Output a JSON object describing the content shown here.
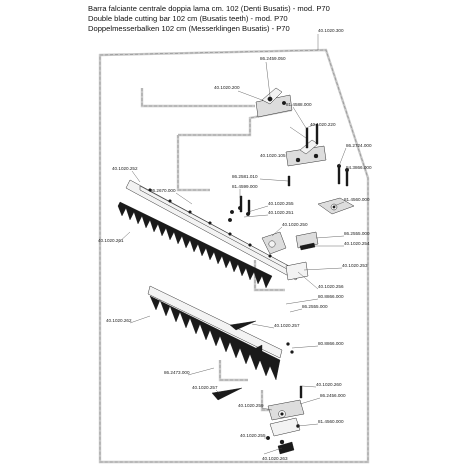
{
  "header": {
    "title_it": "Barra falciante centrale doppia lama cm. 102 (Denti Busatis) - mod. P70",
    "title_en": "Double blade cutting bar 102 cm (Busatis teeth) - mod. P70",
    "title_de": "Doppelmesserbalken 102 cm (Messerklingen Busatis) - P70"
  },
  "parts": [
    "40.1020.300",
    "86.2459.050",
    "40.1020.200",
    "81.4588.000",
    "40.1020.220",
    "40.1020.105",
    "86.2724.000",
    "84.3866.000",
    "86.2581.010",
    "81.4599.000",
    "81.4560.000",
    "40.1020.252",
    "86.2670.000",
    "40.1020.255",
    "40.1020.251",
    "40.1020.250",
    "86.2555.000",
    "40.1020.254",
    "40.1020.261",
    "40.1020.253",
    "40.1020.256",
    "80.8866.000",
    "86.2555.000",
    "40.1020.262",
    "40.1020.257",
    "80.8866.000",
    "86.2473.000",
    "40.1020.260",
    "40.1020.257",
    "86.2456.000",
    "40.1020.259",
    "81.4560.000",
    "40.1020.255",
    "40.1020.263"
  ]
}
